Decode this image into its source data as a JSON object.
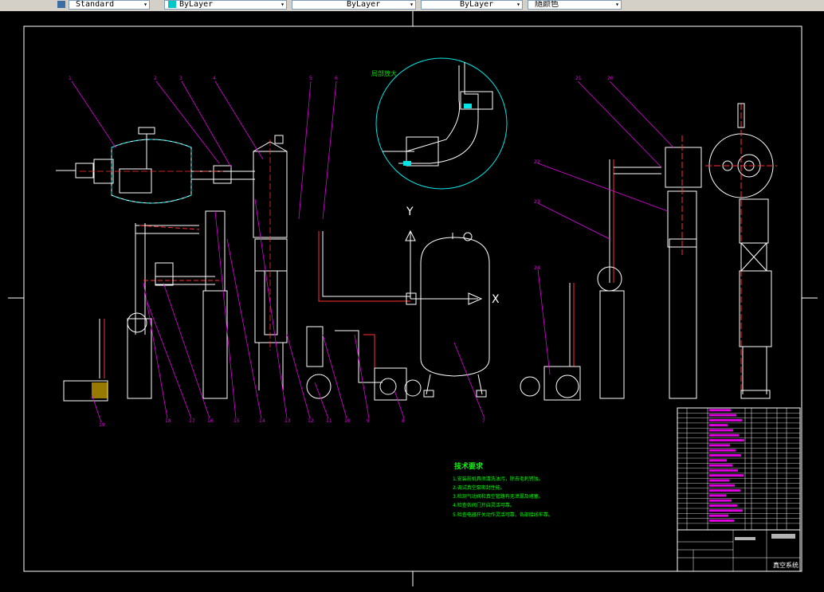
{
  "toolbar": {
    "textstyle_value": "Standard",
    "layer_value": "ByLayer",
    "linetype_value": "ByLayer",
    "lineweight_value": "ByLayer",
    "color_value": "随颜色"
  },
  "drawing": {
    "detail_title": "局部放大",
    "axis_y": "Y",
    "axis_x": "X",
    "tech_req_title": "技术要求",
    "tech_req": [
      "1.安装前机具须清洗油污，除去毛刺锈蚀。",
      "2.调试真空泵密封性能。",
      "3.检测气动阀和真空管路有无泄漏及堵塞。",
      "4.检查各阀门开启灵活可靠。",
      "5.检查电器开关动作灵活可靠，各部接线牢靠。"
    ],
    "title_block_name": "真空系统",
    "left_callouts": [
      "1",
      "2",
      "3",
      "4",
      "5",
      "6"
    ],
    "right_callouts": [
      "21",
      "20",
      "22",
      "23",
      "24"
    ],
    "bottom_callouts": [
      "19",
      "18",
      "17",
      "16",
      "15",
      "14",
      "13",
      "12",
      "11",
      "10",
      "9",
      "8",
      "7"
    ]
  }
}
